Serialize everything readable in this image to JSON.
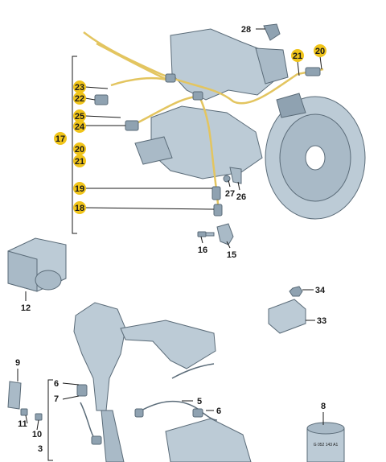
{
  "colors": {
    "part_fill": "#bccbd6",
    "part_dark": "#8fa2b1",
    "part_line": "#5a6b78",
    "harness": "#e3c560",
    "callout_fill": "#f0c419",
    "text": "#1a1a1a"
  },
  "labels": {
    "l3": "3",
    "l5": "5",
    "l6a": "6",
    "l6b": "6",
    "l7": "7",
    "l8": "8",
    "l9": "9",
    "l10": "10",
    "l11": "11",
    "l12": "12",
    "l15": "15",
    "l16": "16",
    "l17": "17",
    "l18": "18",
    "l19": "19",
    "l20a": "20",
    "l20b": "20",
    "l21a": "21",
    "l21b": "21",
    "l22": "22",
    "l23": "23",
    "l24": "24",
    "l25": "25",
    "l26": "26",
    "l27": "27",
    "l28": "28",
    "l33": "33",
    "l34": "34"
  },
  "part_code": "G 052 143 A1"
}
